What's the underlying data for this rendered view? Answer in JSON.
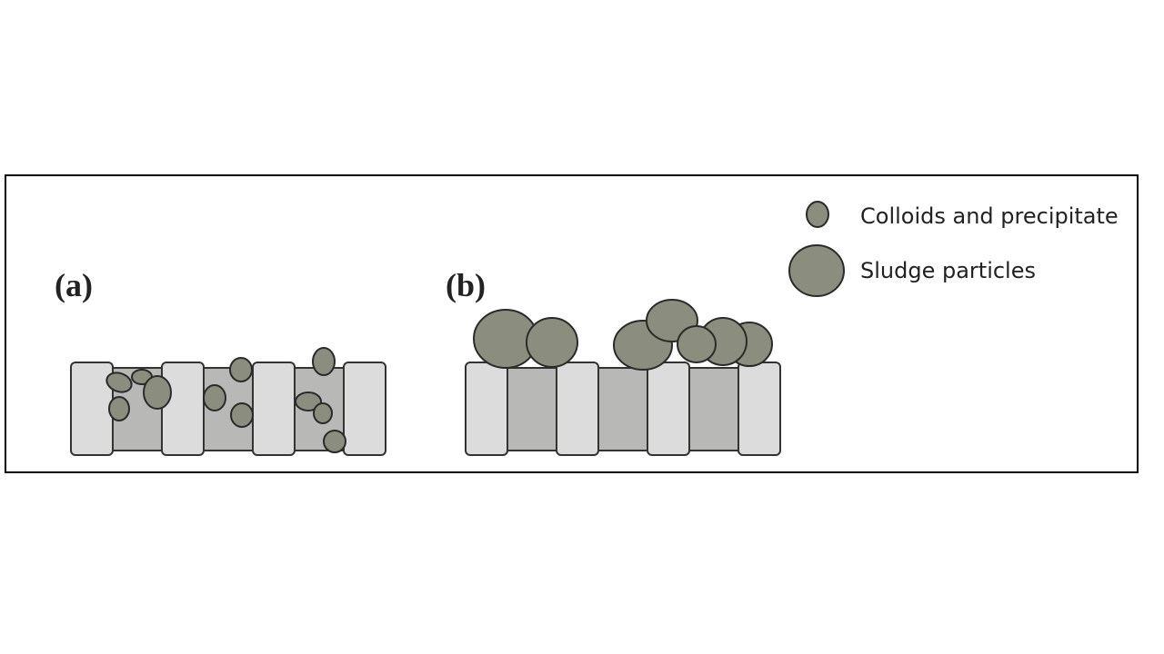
{
  "panels": {
    "a": {
      "label": "(a)"
    },
    "b": {
      "label": "(b)"
    }
  },
  "legend": {
    "items": [
      {
        "label": "Colloids and precipitate"
      },
      {
        "label": "Sludge particles"
      }
    ]
  },
  "colors": {
    "particle": "#8b8d7f",
    "pillar": "#dcdcdc",
    "pore": "#b8b9b7",
    "frame": "#000000"
  }
}
